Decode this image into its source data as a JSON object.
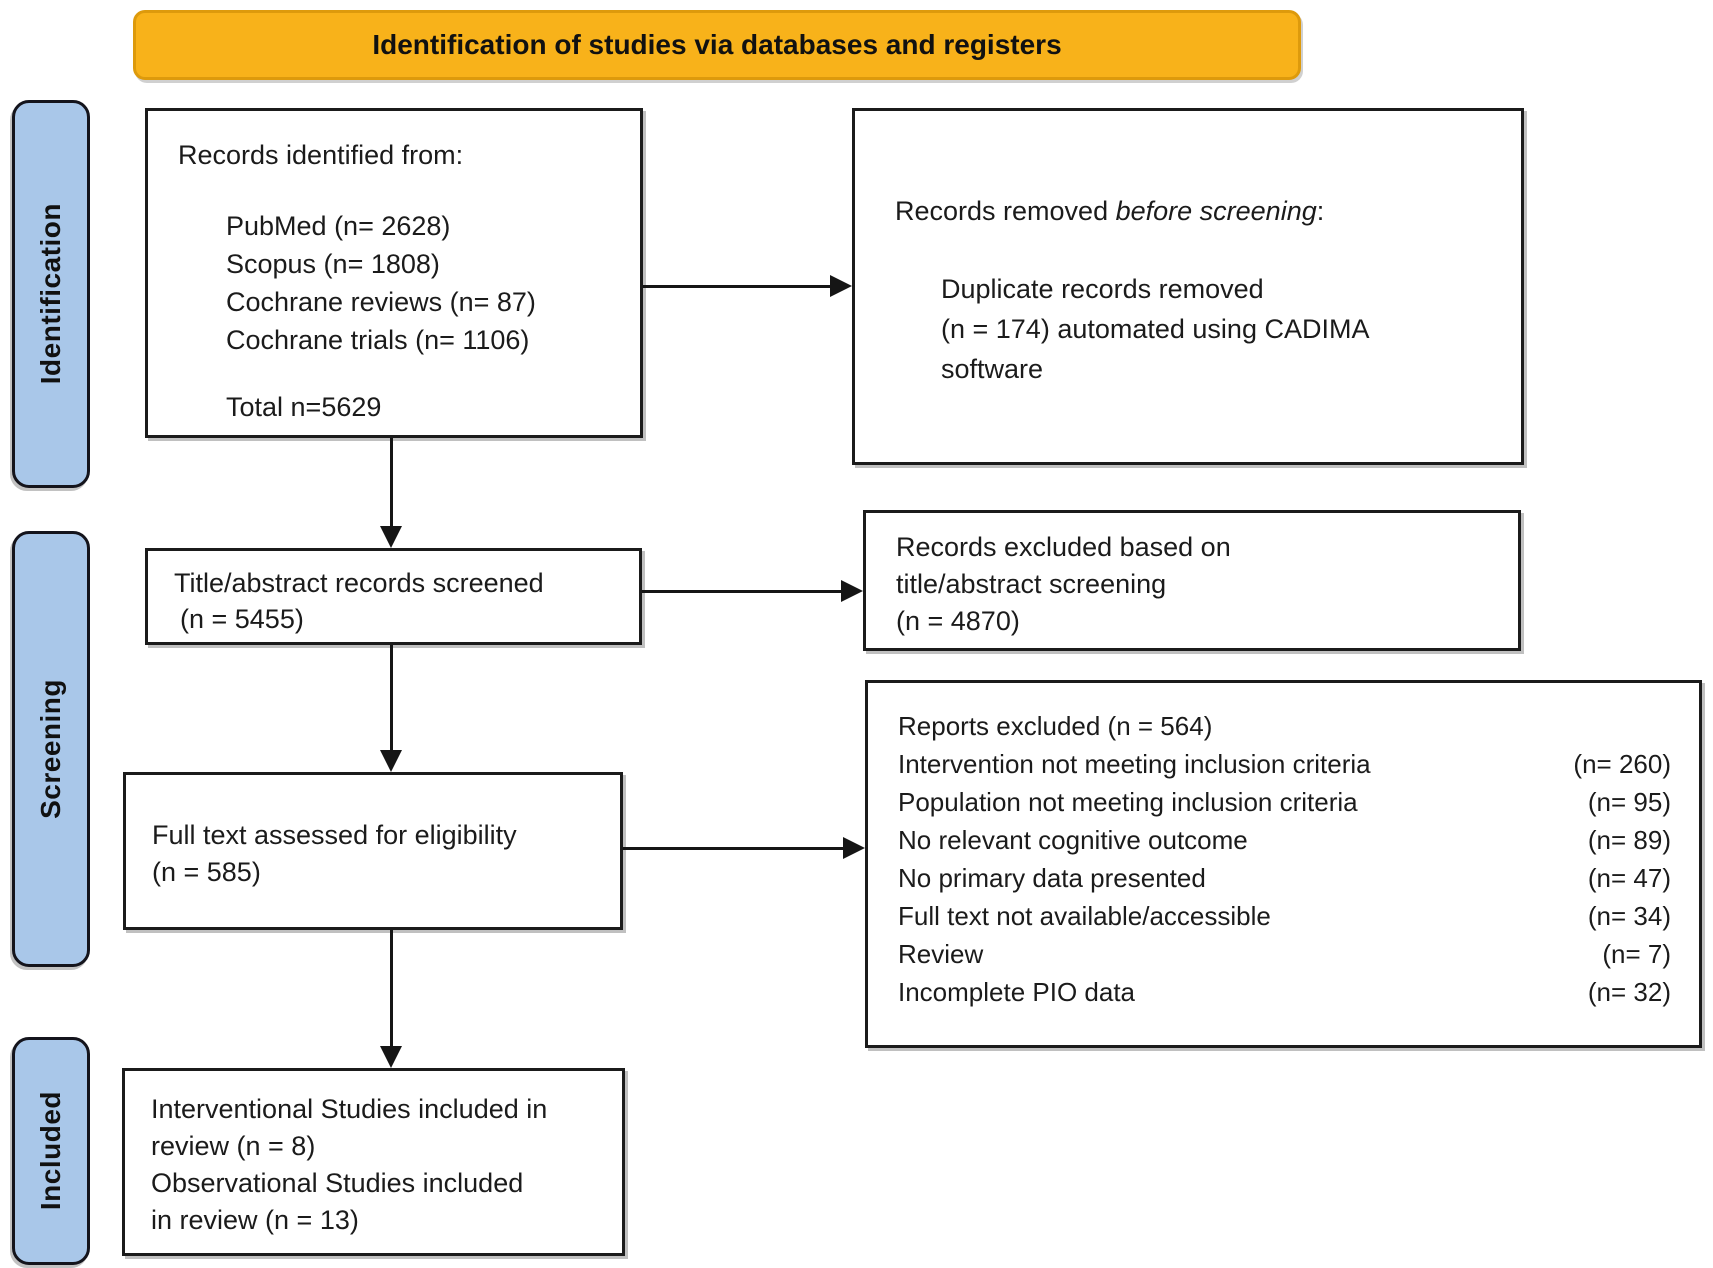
{
  "banner": {
    "title": "Identification of studies via databases and registers"
  },
  "sidebar": {
    "stages": [
      {
        "label": "Identification"
      },
      {
        "label": "Screening"
      },
      {
        "label": "Included"
      }
    ]
  },
  "boxes": {
    "records_identified": {
      "heading": "Records identified from:",
      "sources": [
        "PubMed (n= 2628)",
        "Scopus (n= 1808)",
        "Cochrane reviews (n= 87)",
        "Cochrane trials (n= 1106)"
      ],
      "total": "Total n=5629"
    },
    "records_removed": {
      "heading_prefix": "Records removed ",
      "heading_italic": "before screening",
      "heading_suffix": ":",
      "body_lines": [
        "Duplicate records removed",
        "(n = 174) automated using CADIMA",
        "software"
      ]
    },
    "title_abstract": {
      "line1": "Title/abstract records screened",
      "line2": "(n = 5455)"
    },
    "records_excluded": {
      "lines": [
        "Records excluded based on",
        "title/abstract screening",
        "(n = 4870)"
      ]
    },
    "full_text": {
      "line1": "Full text assessed for eligibility",
      "line2": "(n = 585)"
    },
    "reports_excluded": {
      "heading": "Reports excluded (n = 564)",
      "reasons": [
        {
          "label": "Intervention not meeting inclusion criteria",
          "count": "(n= 260)"
        },
        {
          "label": "Population not meeting inclusion criteria",
          "count": "(n= 95)"
        },
        {
          "label": "No relevant cognitive outcome",
          "count": "(n= 89)"
        },
        {
          "label": "No primary data presented",
          "count": "(n= 47)"
        },
        {
          "label": "Full text not available/accessible",
          "count": "(n= 34)"
        },
        {
          "label": "Review",
          "count": "(n= 7)"
        },
        {
          "label": "Incomplete PIO data",
          "count": "(n= 32)"
        }
      ]
    },
    "included": {
      "lines": [
        "Interventional Studies included in",
        "review (n = 8)",
        "Observational Studies included",
        "in review (n = 13)"
      ]
    }
  },
  "colors": {
    "banner_fill": "#F8B21A",
    "banner_border": "#DD9A0C",
    "sidebar_fill": "#A9C7E9",
    "box_border": "#1B1B1B",
    "arrow": "#151515"
  }
}
